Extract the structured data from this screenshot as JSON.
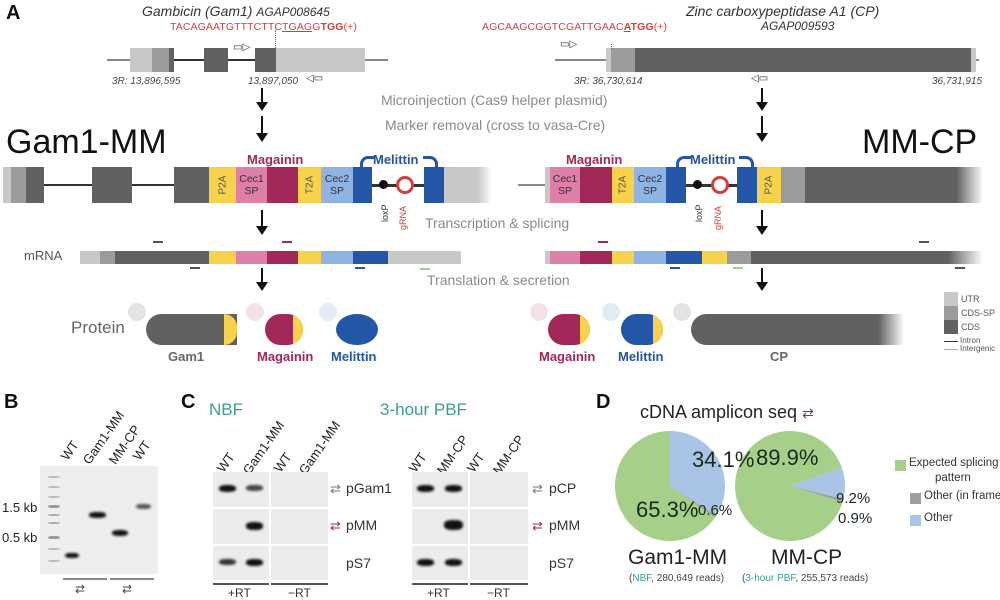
{
  "panels": {
    "A": "A",
    "B": "B",
    "C": "C",
    "D": "D"
  },
  "panel_a": {
    "gam1": {
      "title_italic": "Gambicin (Gam1)",
      "id": "AGAP008645",
      "seq_pre": "TACAGAATGTTTCTTC",
      "seq_underline": "TGAG",
      "seq_pam": "TGG",
      "seq_strand": "(+)",
      "coord_start": "3R: 13,896,595",
      "coord_end": "13,897,050"
    },
    "cp": {
      "title": "Zinc carboxypeptidase A1 (CP)",
      "id": "AGAP009593",
      "seq_pre": "AGCAAGCGGTCGATTGAAC",
      "seq_underline": "A",
      "seq_pam": "TGG",
      "seq_strand": "(+)",
      "coord_start": "3R: 36,730,614",
      "coord_end": "36,731,915"
    },
    "steps": {
      "microinjection": "Microinjection (Cas9 helper plasmid)",
      "marker_removal": "Marker removal (cross to vasa-Cre)",
      "transcription": "Transcription & splicing",
      "translation": "Translation & secretion"
    },
    "construct_left_label": "Gam1-MM",
    "construct_right_label": "MM-CP",
    "elements": {
      "magainin": "Magainin",
      "melittin": "Melittin",
      "p2a": "P2A",
      "t2a": "T2A",
      "cec1_sp": "Cec1 SP",
      "cec1_line1": "Cec1",
      "cec1_line2": "SP",
      "cec2_line1": "Cec2",
      "cec2_line2": "SP",
      "loxp": "loxP",
      "grna": "gRNA"
    },
    "mrna_label": "mRNA",
    "protein_label": "Protein",
    "proteins": {
      "gam1": "Gam1",
      "magainin": "Magainin",
      "melittin": "Melittin",
      "cp": "CP"
    },
    "legend": [
      {
        "label": "UTR",
        "color": "#c8c8c8"
      },
      {
        "label": "CDS-SP",
        "color": "#9b9b9b"
      },
      {
        "label": "CDS",
        "color": "#616161"
      },
      {
        "label": "Intron",
        "color": "#333333"
      },
      {
        "label": "Intergenic",
        "color": "#999999"
      }
    ],
    "colors": {
      "utr": "#c8c8c8",
      "cds_sp": "#9b9b9b",
      "cds": "#616161",
      "p2a_t2a": "#f7d24a",
      "cec1_sp": "#de7fa7",
      "magainin": "#a2285a",
      "cec2_sp": "#8fb4e3",
      "melittin": "#2456a8",
      "grna": "#d0403f"
    }
  },
  "panel_b": {
    "lanes": [
      "WT",
      "Gam1-MM",
      "MM-CP",
      "WT"
    ],
    "size_markers": [
      "1.5 kb",
      "0.5 kb"
    ]
  },
  "panel_c": {
    "groups": [
      {
        "condition": "NBF",
        "lanes": [
          "WT",
          "Gam1-MM",
          "WT",
          "Gam1-MM"
        ],
        "primers": [
          "pGam1",
          "pMM",
          "pS7"
        ]
      },
      {
        "condition": "3-hour PBF",
        "lanes": [
          "WT",
          "MM-CP",
          "WT",
          "MM-CP"
        ],
        "primers": [
          "pCP",
          "pMM",
          "pS7"
        ]
      }
    ],
    "rt_labels": [
      "+RT",
      "−RT"
    ]
  },
  "panel_d": {
    "title": "cDNA amplicon seq",
    "legend": [
      {
        "label_line1": "Expected splicing",
        "label_line2": "pattern",
        "color": "#a6d08a"
      },
      {
        "label_line1": "Other (in frame)",
        "label_line2": "",
        "color": "#9e9e9e"
      },
      {
        "label_line1": "Other",
        "label_line2": "",
        "color": "#a9c4e6"
      }
    ],
    "pies": [
      {
        "name": "Gam1-MM",
        "sub_condition": "NBF",
        "sub_rest": ", 280,649 reads)",
        "sub_open": "(",
        "slices": [
          {
            "label": "Expected splicing pattern",
            "value": 65.3,
            "text": "65.3%"
          },
          {
            "label": "Other (in frame)",
            "value": 0.6,
            "text": "0.6%"
          },
          {
            "label": "Other",
            "value": 34.1,
            "text": "34.1%"
          }
        ]
      },
      {
        "name": "MM-CP",
        "sub_condition": "3-hour PBF",
        "sub_rest": ", 255,573 reads)",
        "sub_open": "(",
        "slices": [
          {
            "label": "Expected splicing pattern",
            "value": 89.9,
            "text": "89.9%"
          },
          {
            "label": "Other (in frame)",
            "value": 0.9,
            "text": "0.9%"
          },
          {
            "label": "Other",
            "value": 9.2,
            "text": "9.2%"
          }
        ]
      }
    ]
  },
  "chart_data": {
    "type": "pie",
    "title": "cDNA amplicon seq",
    "legend_position": "right",
    "categories": [
      "Expected splicing pattern",
      "Other (in frame)",
      "Other"
    ],
    "series": [
      {
        "name": "Gam1-MM (NBF, 280,649 reads)",
        "values": [
          65.3,
          0.6,
          34.1
        ]
      },
      {
        "name": "MM-CP (3-hour PBF, 255,573 reads)",
        "values": [
          89.9,
          0.9,
          9.2
        ]
      }
    ],
    "colors": [
      "#a6d08a",
      "#9e9e9e",
      "#a9c4e6"
    ]
  }
}
